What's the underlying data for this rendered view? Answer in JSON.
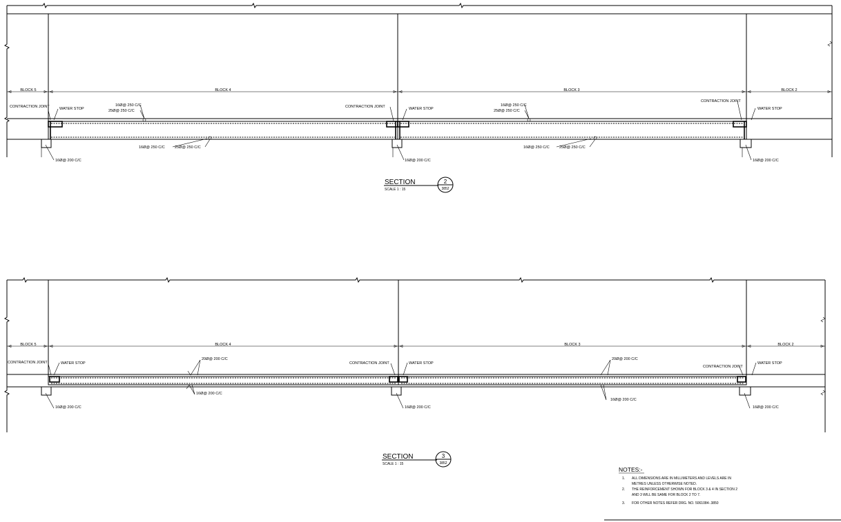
{
  "section2": {
    "blocks": [
      "BLOCK 5",
      "BLOCK 4",
      "BLOCK 3",
      "BLOCK 2"
    ],
    "contraction_joint": "CONTRACTION JOINT",
    "water_stop": "WATER STOP",
    "top_rebar_a": "16Ø@ 250 C/C",
    "top_rebar_b": "25Ø@ 250 C/C",
    "bottom_rebar_a": "16Ø@ 250 C/C",
    "bottom_rebar_b": "25Ø@ 250 C/C",
    "end_rebar": "16Ø@ 200 C/C",
    "title": "SECTION",
    "scale": "SCALE 1 : 15",
    "callout_number": "2",
    "callout_sheet": "3852"
  },
  "section3": {
    "blocks": [
      "BLOCK 5",
      "BLOCK 4",
      "BLOCK 3",
      "BLOCK 2"
    ],
    "contraction_joint": "CONTRACTION JOINT",
    "water_stop": "WATER STOP",
    "top_rebar": "20Ø@ 200 C/C",
    "bottom_rebar": "16Ø@ 200 C/C",
    "end_rebar": "16Ø@ 200 C/C",
    "title": "SECTION",
    "scale": "SCALE 1 : 15",
    "callout_number": "3",
    "callout_sheet": "3852"
  },
  "notes": {
    "heading": "NOTES:-",
    "items": [
      {
        "num": "1.",
        "lines": [
          "ALL DIMENSIONS ARE IN MILLIMETERS AND LEVELS  ARE IN",
          "METRES UNLESS OTHERWISE NOTED."
        ]
      },
      {
        "num": "2.",
        "lines": [
          "THE REINFORCEMENT SHOWN FOR BLOCK 3 & 4 IN SECTION 2",
          "AND 3 WILL BE SAME FOR BLOCK 2 TO 7."
        ]
      },
      {
        "num": "3.",
        "lines": [
          "FOR OTHER NOTES REFER DRG. NO. 5061084-.3850"
        ]
      }
    ]
  }
}
